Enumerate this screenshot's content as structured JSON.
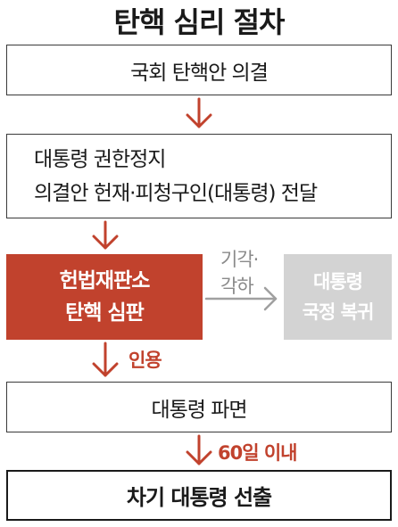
{
  "title": "탄핵 심리 절차",
  "steps": {
    "step1": "국회 탄핵안 의결",
    "step2_line1": "대통령 권한정지",
    "step2_line2": "의결안 헌재·피청구인(대통령) 전달",
    "step3_line1": "헌법재판소",
    "step3_line2": "탄핵 심판",
    "step4_line1": "대통령",
    "step4_line2": "국정 복귀",
    "step5": "대통령 파면",
    "step6": "차기 대통령 선출"
  },
  "edges": {
    "reject_line1": "기각·",
    "reject_line2": "각하",
    "accept": "인용",
    "within": "60일 이내"
  },
  "colors": {
    "accent_red": "#c1422d",
    "inactive_gray": "#d3d3d3",
    "arrow_gray": "#a0a0a0"
  }
}
